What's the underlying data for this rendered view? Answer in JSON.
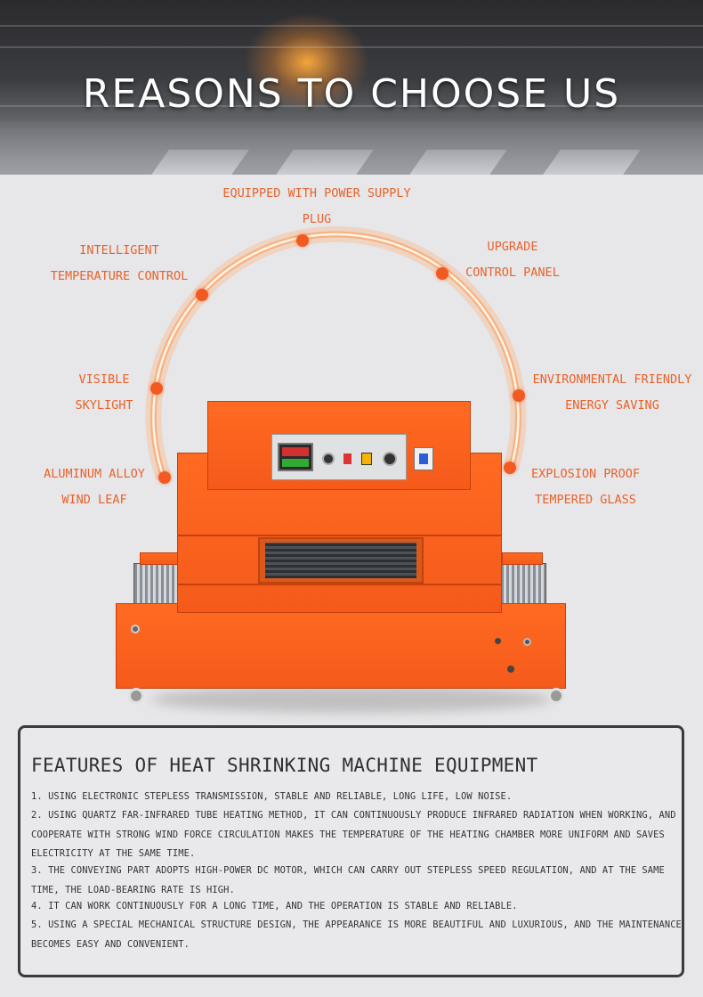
{
  "banner": {
    "title": "REASONS TO CHOOSE US"
  },
  "features": {
    "power_plug": [
      "EQUIPPED WITH POWER SUPPLY",
      "PLUG"
    ],
    "temperature": [
      "INTELLIGENT",
      "TEMPERATURE CONTROL"
    ],
    "control_panel": [
      "UPGRADE",
      "CONTROL PANEL"
    ],
    "skylight": [
      "VISIBLE",
      "SKYLIGHT"
    ],
    "energy": [
      "ENVIRONMENTAL FRIENDLY",
      "ENERGY SAVING"
    ],
    "wind_leaf": [
      "ALUMINUM ALLOY",
      "WIND LEAF"
    ],
    "glass": [
      "EXPLOSION PROOF",
      "TEMPERED GLASS"
    ]
  },
  "colors": {
    "accent": "#e8622b",
    "dot": "#f15a22",
    "machine": "#f85f1d"
  },
  "panel": {
    "title": "FEATURES OF HEAT SHRINKING MACHINE EQUIPMENT",
    "lines": [
      "1. USING ELECTRONIC STEPLESS TRANSMISSION, STABLE AND RELIABLE, LONG LIFE, LOW NOISE.",
      "2. USING QUARTZ FAR-INFRARED TUBE HEATING METHOD, IT CAN CONTINUOUSLY PRODUCE INFRARED RADIATION WHEN WORKING, AND",
      "COOPERATE WITH STRONG WIND FORCE CIRCULATION MAKES THE TEMPERATURE OF THE HEATING CHAMBER MORE UNIFORM AND SAVES",
      "ELECTRICITY AT THE SAME TIME.",
      "3. THE CONVEYING PART ADOPTS HIGH-POWER DC MOTOR, WHICH CAN CARRY OUT STEPLESS SPEED REGULATION, AND AT THE SAME",
      "TIME, THE LOAD-BEARING RATE IS HIGH.",
      "4. IT CAN WORK CONTINUOUSLY FOR A LONG TIME, AND THE OPERATION IS STABLE AND RELIABLE.",
      "5. USING A SPECIAL MECHANICAL STRUCTURE DESIGN, THE APPEARANCE IS MORE BEAUTIFUL AND LUXURIOUS, AND THE MAINTENANCE",
      "BECOMES EASY AND CONVENIENT."
    ]
  }
}
